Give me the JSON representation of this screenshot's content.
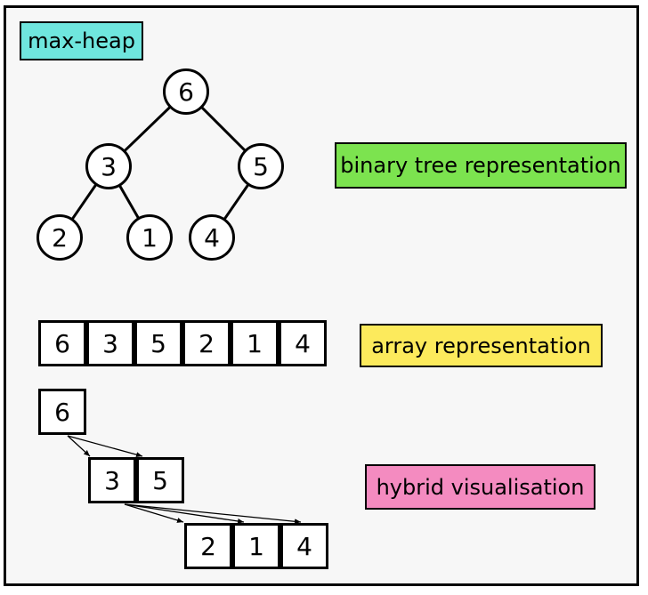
{
  "labels": {
    "title": "max-heap",
    "tree": "binary tree representation",
    "array": "array representation",
    "hybrid": "hybrid visualisation"
  },
  "colors": {
    "title": "#6fe6de",
    "tree": "#7ce34f",
    "array": "#fcea5c",
    "hybrid": "#f48bc0",
    "background": "#f7f7f7"
  },
  "tree": {
    "nodes": [
      "6",
      "3",
      "5",
      "2",
      "1",
      "4"
    ]
  },
  "array": {
    "cells": [
      "6",
      "3",
      "5",
      "2",
      "1",
      "4"
    ]
  },
  "hybrid": {
    "level0": [
      "6"
    ],
    "level1": [
      "3",
      "5"
    ],
    "level2": [
      "2",
      "1",
      "4"
    ]
  }
}
